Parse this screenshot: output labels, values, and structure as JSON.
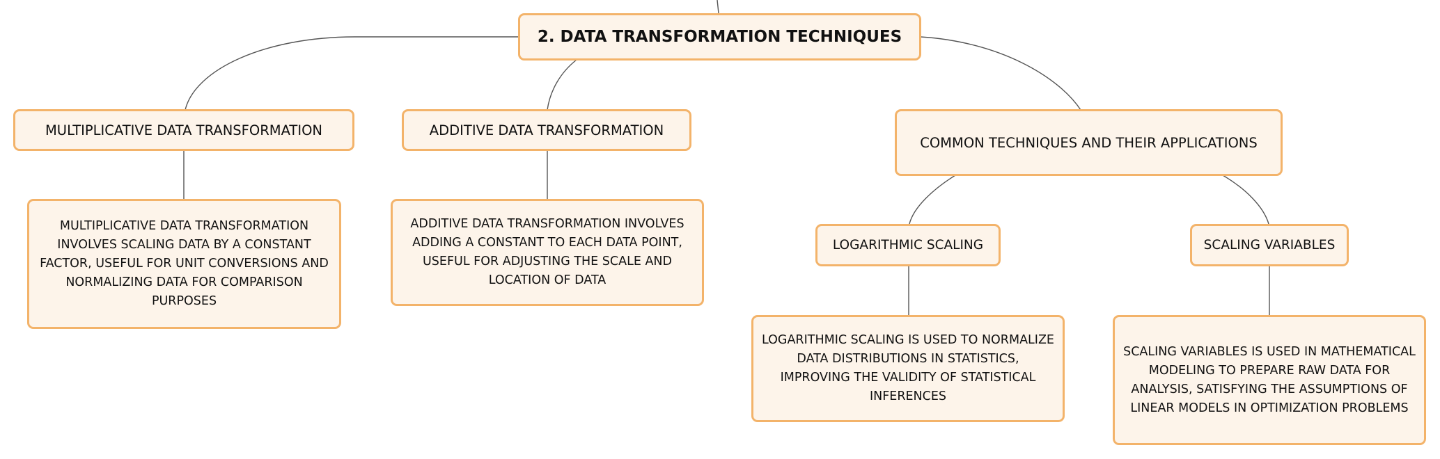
{
  "root": {
    "label": "2. DATA TRANSFORMATION TECHNIQUES"
  },
  "branches": {
    "multiplicative": {
      "label": "MULTIPLICATIVE DATA TRANSFORMATION",
      "detail": "MULTIPLICATIVE DATA TRANSFORMATION INVOLVES SCALING DATA BY A CONSTANT FACTOR, USEFUL FOR UNIT CONVERSIONS AND NORMALIZING DATA FOR COMPARISON PURPOSES"
    },
    "additive": {
      "label": "ADDITIVE DATA TRANSFORMATION",
      "detail": "ADDITIVE DATA TRANSFORMATION INVOLVES ADDING A CONSTANT TO EACH DATA POINT, USEFUL FOR ADJUSTING THE SCALE AND LOCATION OF DATA"
    },
    "common": {
      "label": "COMMON TECHNIQUES AND THEIR APPLICATIONS",
      "children": {
        "logarithmic": {
          "label": "LOGARITHMIC SCALING",
          "detail": "LOGARITHMIC SCALING IS USED TO NORMALIZE DATA DISTRIBUTIONS IN STATISTICS, IMPROVING THE VALIDITY OF STATISTICAL INFERENCES"
        },
        "scaling": {
          "label": "SCALING VARIABLES",
          "detail": "SCALING VARIABLES IS USED IN MATHEMATICAL MODELING TO PREPARE RAW DATA FOR ANALYSIS, SATISFYING THE ASSUMPTIONS OF LINEAR MODELS IN OPTIMIZATION PROBLEMS"
        }
      }
    }
  },
  "colors": {
    "node_fill": "#fdf4ea",
    "node_border": "#f3b36a",
    "edge": "#555555"
  }
}
